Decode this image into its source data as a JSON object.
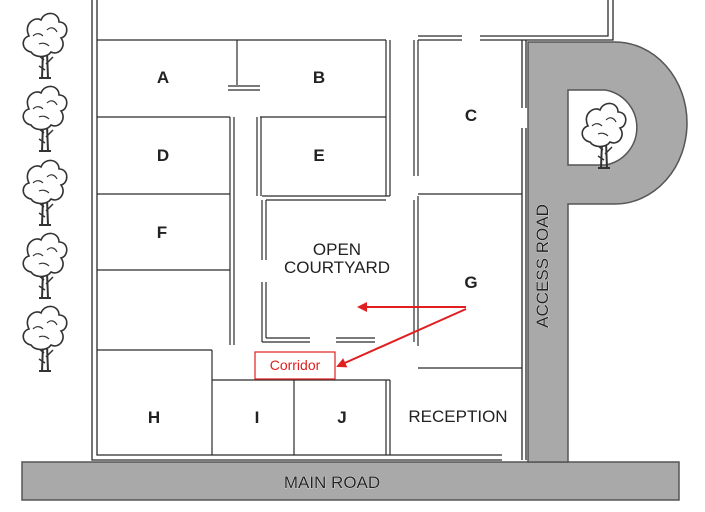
{
  "rooms": {
    "a": "A",
    "b": "B",
    "c": "C",
    "d": "D",
    "e": "E",
    "f": "F",
    "g": "G",
    "h": "H",
    "i": "I",
    "j": "J"
  },
  "areas": {
    "courtyard_line1": "OPEN",
    "courtyard_line2": "COURTYARD",
    "reception": "RECEPTION"
  },
  "roads": {
    "main": "MAIN ROAD",
    "access": "ACCESS ROAD"
  },
  "annotation": {
    "label": "Corridor",
    "color": "#e02020"
  },
  "colors": {
    "road": "#a9a9a9",
    "wall": "#2b2b2b",
    "tree": "#333333"
  }
}
